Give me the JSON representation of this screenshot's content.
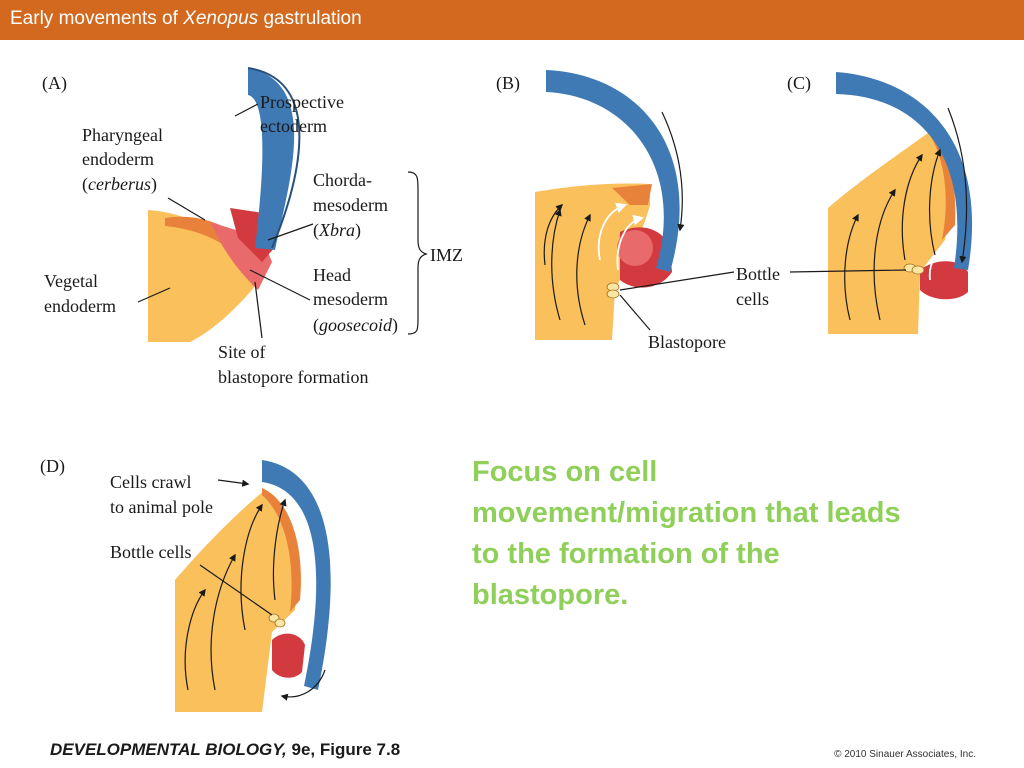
{
  "header": {
    "title_prefix": "Early movements of ",
    "title_italic": "Xenopus",
    "title_suffix": " gastrulation"
  },
  "panels": {
    "a": {
      "letter": "(A)",
      "prospective_ectoderm_line1": "Prospective",
      "prospective_ectoderm_line2": "ectoderm",
      "pharyngeal_line1": "Pharyngeal",
      "pharyngeal_line2": "endoderm",
      "pharyngeal_gene": "cerberus",
      "chorda_line1": "Chorda-",
      "chorda_line2": "mesoderm",
      "chorda_gene": "Xbra",
      "head_line1": "Head",
      "head_line2": "mesoderm",
      "head_gene": "goosecoid",
      "imz": "IMZ",
      "vegetal_line1": "Vegetal",
      "vegetal_line2": "endoderm",
      "site_line1": "Site of",
      "site_line2": "blastopore formation"
    },
    "b": {
      "letter": "(B)",
      "bottle_line1": "Bottle",
      "bottle_line2": "cells",
      "blastopore": "Blastopore"
    },
    "c": {
      "letter": "(C)"
    },
    "d": {
      "letter": "(D)",
      "crawl_line1": "Cells crawl",
      "crawl_line2": "to animal pole",
      "bottle": "Bottle cells"
    }
  },
  "focus_text": "Focus on cell movement/migration that leads to the formation of the blastopore.",
  "footer": {
    "book_italic": "DEVELOPMENTAL BIOLOGY,",
    "book_rest": " 9e, Figure 7.8",
    "copyright": "© 2010 Sinauer Associates, Inc."
  },
  "colors": {
    "header": "#d2691e",
    "ectoderm_blue": "#3f7ab5",
    "endoderm_yellow": "#f9c05c",
    "mesoderm_red": "#d33a3f",
    "pharyngeal_orange": "#e8823a",
    "focus_green": "#8fcf5a"
  },
  "icons": [
    "arrow-icon"
  ]
}
